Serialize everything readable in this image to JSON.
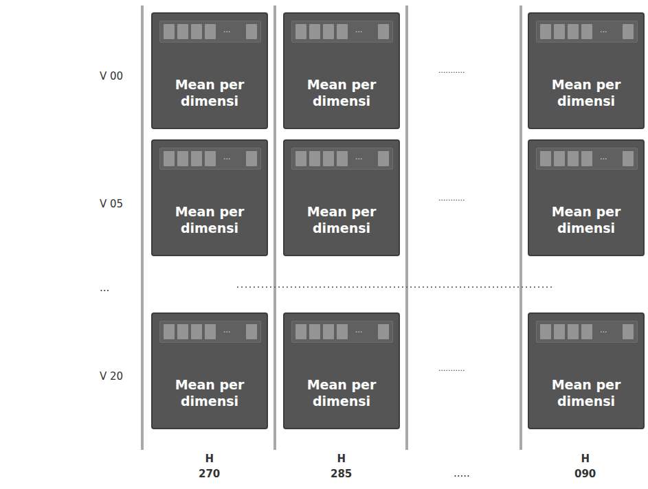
{
  "diagram": {
    "nodes": [
      {
        "text": [
          "...",
          "Mean per dimensi"
        ]
      },
      {
        "text": [
          "...",
          "Mean per dimensi"
        ]
      },
      {
        "text": [
          "...",
          "Mean per dimensi"
        ]
      },
      {
        "text": [
          "...",
          "Mean per dimensi"
        ]
      },
      {
        "text": [
          "...",
          "Mean per dimensi"
        ]
      },
      {
        "text": [
          "...",
          "Mean per dimensi"
        ]
      },
      {
        "text": [
          "...",
          "Mean per dimensi"
        ]
      },
      {
        "text": [
          "...",
          "Mean per dimensi"
        ]
      },
      {
        "text": [
          "...",
          "Mean per dimensi"
        ]
      }
    ],
    "labels": [
      "V 00",
      "V 05",
      "...",
      "V 20",
      "H 270",
      "H 285",
      ".....",
      "H 090",
      "...........",
      "...........",
      "..........."
    ]
  }
}
